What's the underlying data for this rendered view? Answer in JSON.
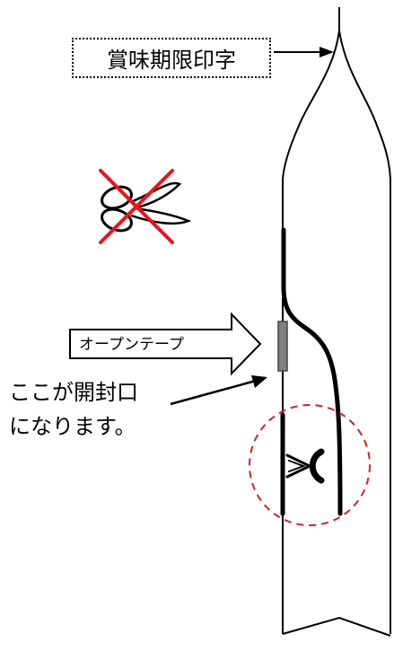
{
  "labels": {
    "expiry_print": "賞味期限印字",
    "open_tape": "オープンテープ",
    "opening_line1": "ここが開封口",
    "opening_line2": "になります。"
  },
  "colors": {
    "outline": "#000000",
    "prohibit_cross": "#e8141b",
    "dashed_circle": "#d62020",
    "tape_fill": "#808080"
  },
  "icons": {
    "prohibited_tool": "scissors-icon",
    "prohibit_mark": "cross-icon"
  }
}
